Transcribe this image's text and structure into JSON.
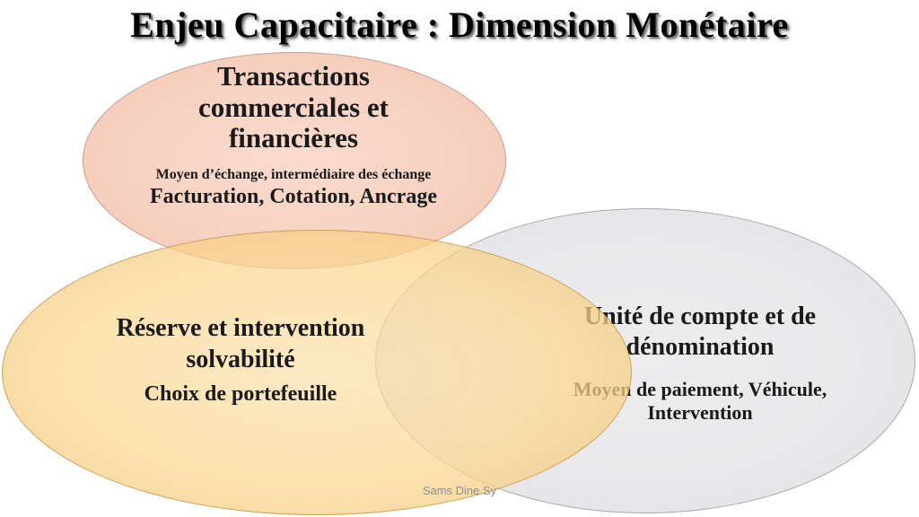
{
  "slide": {
    "title": "Enjeu Capacitaire : Dimension Monétaire",
    "watermark": "Sams Dine Sy"
  },
  "colors": {
    "background": "#FFFFFF",
    "title_text": "#000000",
    "body_text": "#1A1A1A",
    "transactions_fill": "#F7D2C2",
    "transactions_border": "#C99A8B",
    "reserve_fill": "#FBE2B3",
    "reserve_border": "#C19652",
    "unite_fill": "#E8E8EA",
    "unite_border": "#A9A9AC",
    "watermark_text": "#8F8F8F"
  },
  "venn": {
    "transactions": {
      "title": "Transactions commerciales et financières",
      "title_lines": [
        "Transactions",
        "commerciales et",
        "financières"
      ],
      "subtitle": "Moyen d’échange, intermédiaire des échange",
      "detail": "Facturation, Cotation, Ancrage"
    },
    "reserve": {
      "title": "Réserve et intervention solvabilité",
      "title_lines": [
        "Réserve et intervention",
        "solvabilité"
      ],
      "detail": "Choix de portefeuille"
    },
    "unite": {
      "title": "Unité de compte et de dénomination",
      "title_lines": [
        "Unité de compte et de",
        "dénomination"
      ],
      "detail": "Moyen de paiement, Véhicule, Intervention",
      "detail_lines": [
        "Moyen de paiement, Véhicule,",
        "Intervention"
      ]
    }
  }
}
